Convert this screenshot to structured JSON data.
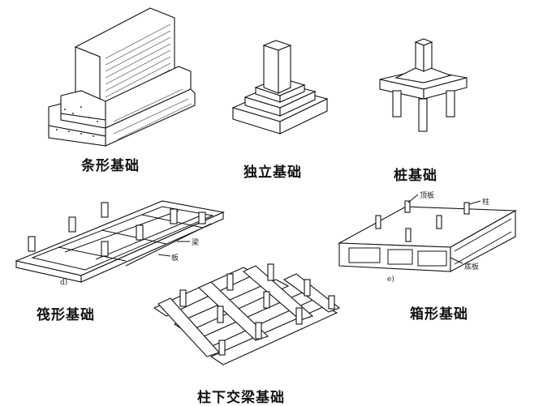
{
  "captions": {
    "strip": "条形基础",
    "isolated": "独立基础",
    "pile": "桩基础",
    "raft": "筏形基础",
    "cross_beam": "柱下交梁基础",
    "box": "箱形基础"
  },
  "raft_labels": {
    "beam": "梁",
    "slab": "板",
    "fig_letter": "d)"
  },
  "box_labels": {
    "top_slab": "顶板",
    "column": "柱",
    "bottom_slab": "底板",
    "fig_letter": "e)"
  }
}
